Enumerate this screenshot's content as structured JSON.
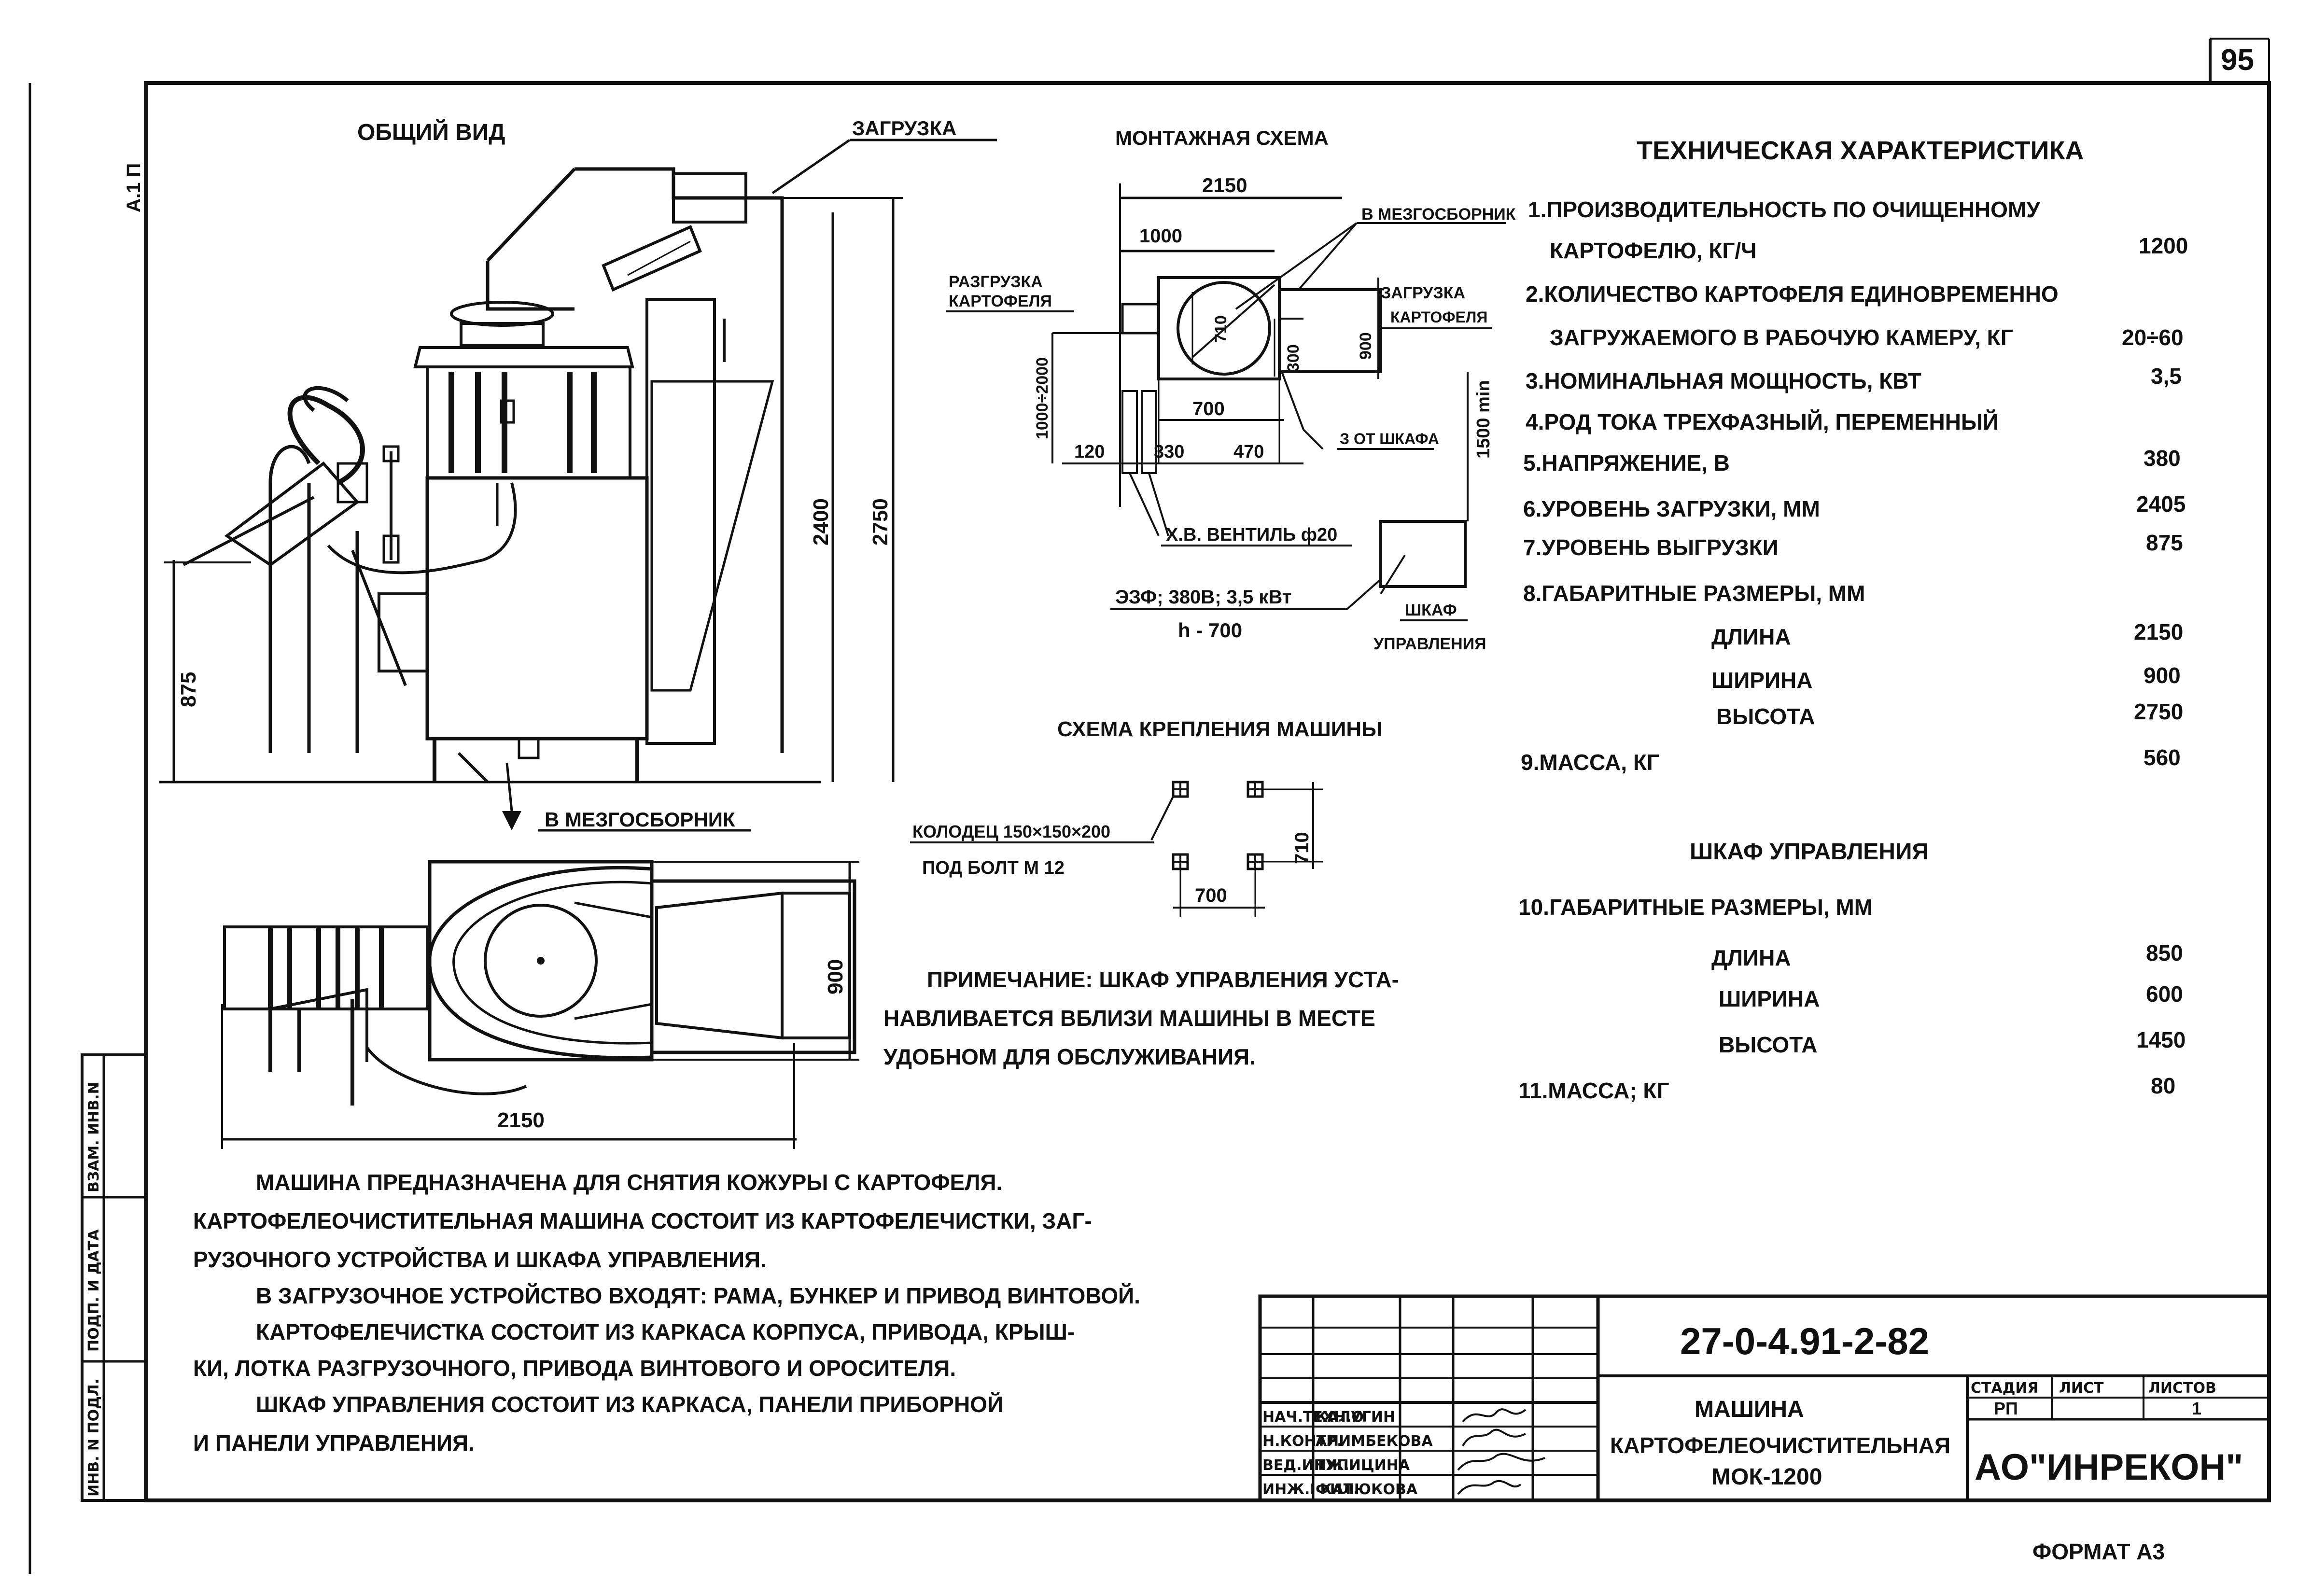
{
  "sheet": {
    "page_number": "95",
    "format_label": "ФОРМАТ  А3",
    "margin_code": "А.1 П"
  },
  "general_view": {
    "title": "ОБЩИЙ ВИД",
    "label_loading": "ЗАГРУЗКА",
    "label_waste": "В МЕЗГОСБОРНИК",
    "dim_875": "875",
    "dim_2400": "2400",
    "dim_2750": "2750",
    "dim_900": "900",
    "dim_2150": "2150"
  },
  "mounting_scheme": {
    "title": "МОНТАЖНАЯ СХЕМА",
    "dim_2150": "2150",
    "dim_1000": "1000",
    "label_mezgo": "В МЕЗГОСБОРНИК",
    "label_unload_1": "РАЗГРУЗКА",
    "label_unload_2": "КАРТОФЕЛЯ",
    "label_load_1": "ЗАГРУЗКА",
    "label_load_2": "КАРТОФЕЛЯ",
    "dim_1000_2000": "1000÷2000",
    "dim_710": "710",
    "dim_300": "300",
    "dim_900": "900",
    "dim_700": "700",
    "dim_470": "470",
    "dim_120": "120",
    "dim_330": "330",
    "dim_1500": "1500 min",
    "label_from_cabinet": "З ОТ ШКАФА",
    "label_valve": "Х.В. ВЕНТИЛЬ ф20",
    "label_power": "ЭЗФ; 380В; 3,5 кВт",
    "label_h": "h - 700",
    "label_cabinet_1": "ШКАФ",
    "label_cabinet_2": "УПРАВЛЕНИЯ"
  },
  "fixing_scheme": {
    "title": "СХЕМА КРЕПЛЕНИЯ МАШИНЫ",
    "label_well": "КОЛОДЕЦ 150×150×200",
    "label_bolt": "ПОД БОЛТ М 12",
    "dim_710": "710",
    "dim_700": "700"
  },
  "note": {
    "lines": [
      "ПРИМЕЧАНИЕ: ШКАФ УПРАВЛЕНИЯ УСТА-",
      "НАВЛИВАЕТСЯ ВБЛИЗИ МАШИНЫ В МЕСТЕ",
      "УДОБНОМ ДЛЯ ОБСЛУЖИВАНИЯ."
    ]
  },
  "tech_spec": {
    "title": "ТЕХНИЧЕСКАЯ ХАРАКТЕРИСТИКА",
    "rows": [
      {
        "label": "1.ПРОИЗВОДИТЕЛЬНОСТЬ ПО ОЧИЩЕННОМУ",
        "value": ""
      },
      {
        "label": "КАРТОФЕЛЮ, КГ/Ч",
        "value": "1200"
      },
      {
        "label": "2.КОЛИЧЕСТВО КАРТОФЕЛЯ ЕДИНОВРЕМЕННО",
        "value": ""
      },
      {
        "label": "ЗАГРУЖАЕМОГО В РАБОЧУЮ КАМЕРУ, КГ",
        "value": "20÷60"
      },
      {
        "label": "3.НОМИНАЛЬНАЯ МОЩНОСТЬ, КВТ",
        "value": "3,5"
      },
      {
        "label": "4.РОД ТОКА        ТРЕХФАЗНЫЙ, ПЕРЕМЕННЫЙ",
        "value": ""
      },
      {
        "label": "5.НАПРЯЖЕНИЕ, В",
        "value": "380"
      },
      {
        "label": "6.УРОВЕНЬ ЗАГРУЗКИ, ММ",
        "value": "2405"
      },
      {
        "label": "7.УРОВЕНЬ ВЫГРУЗКИ",
        "value": "875"
      },
      {
        "label": "8.ГАБАРИТНЫЕ РАЗМЕРЫ, ММ",
        "value": ""
      },
      {
        "label": "ДЛИНА",
        "value": "2150"
      },
      {
        "label": "ШИРИНА",
        "value": "900"
      },
      {
        "label": "ВЫСОТА",
        "value": "2750"
      },
      {
        "label": "9.МАССА, КГ",
        "value": "560"
      }
    ]
  },
  "cabinet_spec": {
    "title": "ШКАФ УПРАВЛЕНИЯ",
    "rows": [
      {
        "label": "10.ГАБАРИТНЫЕ РАЗМЕРЫ, ММ",
        "value": ""
      },
      {
        "label": "ДЛИНА",
        "value": "850"
      },
      {
        "label": "ШИРИНА",
        "value": "600"
      },
      {
        "label": "ВЫСОТА",
        "value": "1450"
      },
      {
        "label": "11.МАССА; КГ",
        "value": "80"
      }
    ]
  },
  "description": {
    "lines": [
      "МАШИНА ПРЕДНАЗНАЧЕНА ДЛЯ СНЯТИЯ КОЖУРЫ С КАРТОФЕЛЯ.",
      "КАРТОФЕЛЕОЧИСТИТЕЛЬНАЯ МАШИНА СОСТОИТ ИЗ КАРТОФЕЛЕЧИСТКИ, ЗАГ-",
      "РУЗОЧНОГО УСТРОЙСТВА И ШКАФА УПРАВЛЕНИЯ.",
      "В ЗАГРУЗОЧНОЕ УСТРОЙСТВО ВХОДЯТ: РАМА, БУНКЕР И ПРИВОД ВИНТОВОЙ.",
      "КАРТОФЕЛЕЧИСТКА СОСТОИТ ИЗ КАРКАСА КОРПУСА, ПРИВОДА, КРЫШ-",
      "КИ, ЛОТКА РАЗГРУЗОЧНОГО, ПРИВОДА ВИНТОВОГО И ОРОСИТЕЛЯ.",
      "ШКАФ УПРАВЛЕНИЯ СОСТОИТ ИЗ КАРКАСА, ПАНЕЛИ ПРИБОРНОЙ",
      "И ПАНЕЛИ УПРАВЛЕНИЯ."
    ]
  },
  "title_block": {
    "doc_code": "27-0-4.91-2-82",
    "title_1": "МАШИНА",
    "title_2": "КАРТОФЕЛЕОЧИСТИТЕЛЬНАЯ",
    "title_3": "МОК-1200",
    "col_stage": "СТАДИЯ",
    "col_sheet": "ЛИСТ",
    "col_sheets": "ЛИСТОВ",
    "stage": "РП",
    "sheet": "",
    "sheets": "1",
    "company": "АО\"ИНРЕКОН\"",
    "signatures": [
      {
        "role": "НАЧ.ТЕХН.О",
        "name": "КАЛУГИН"
      },
      {
        "role": "Н.КОНТР.",
        "name": "АЛИМБЕКОВА"
      },
      {
        "role": "ВЕД.ИНЖ.",
        "name": "ТУПИЦИНА"
      },
      {
        "role": "ИНЖ.I КАТ.",
        "name": "ФИЛЮКОВА"
      }
    ]
  },
  "side_stamp": {
    "labels": [
      "ВЗАМ. ИНВ.N",
      "ПОДП. И ДАТА",
      "ИНВ. N ПОДЛ."
    ]
  }
}
